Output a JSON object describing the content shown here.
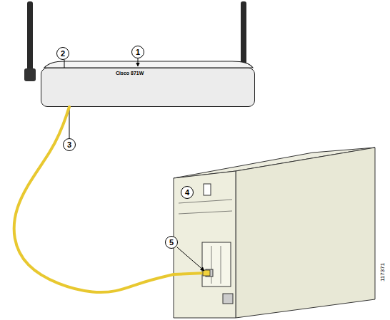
{
  "diagram": {
    "nodes": [
      {
        "text": [
          "Cisco 871W"
        ]
      },
      {
        "text": [
          "4"
        ]
      }
    ],
    "edges": [
      {
        "from": 0,
        "to": 1,
        "arrow": "none"
      }
    ],
    "labels": [
      "1",
      "2",
      "3",
      "5",
      "117371"
    ]
  }
}
